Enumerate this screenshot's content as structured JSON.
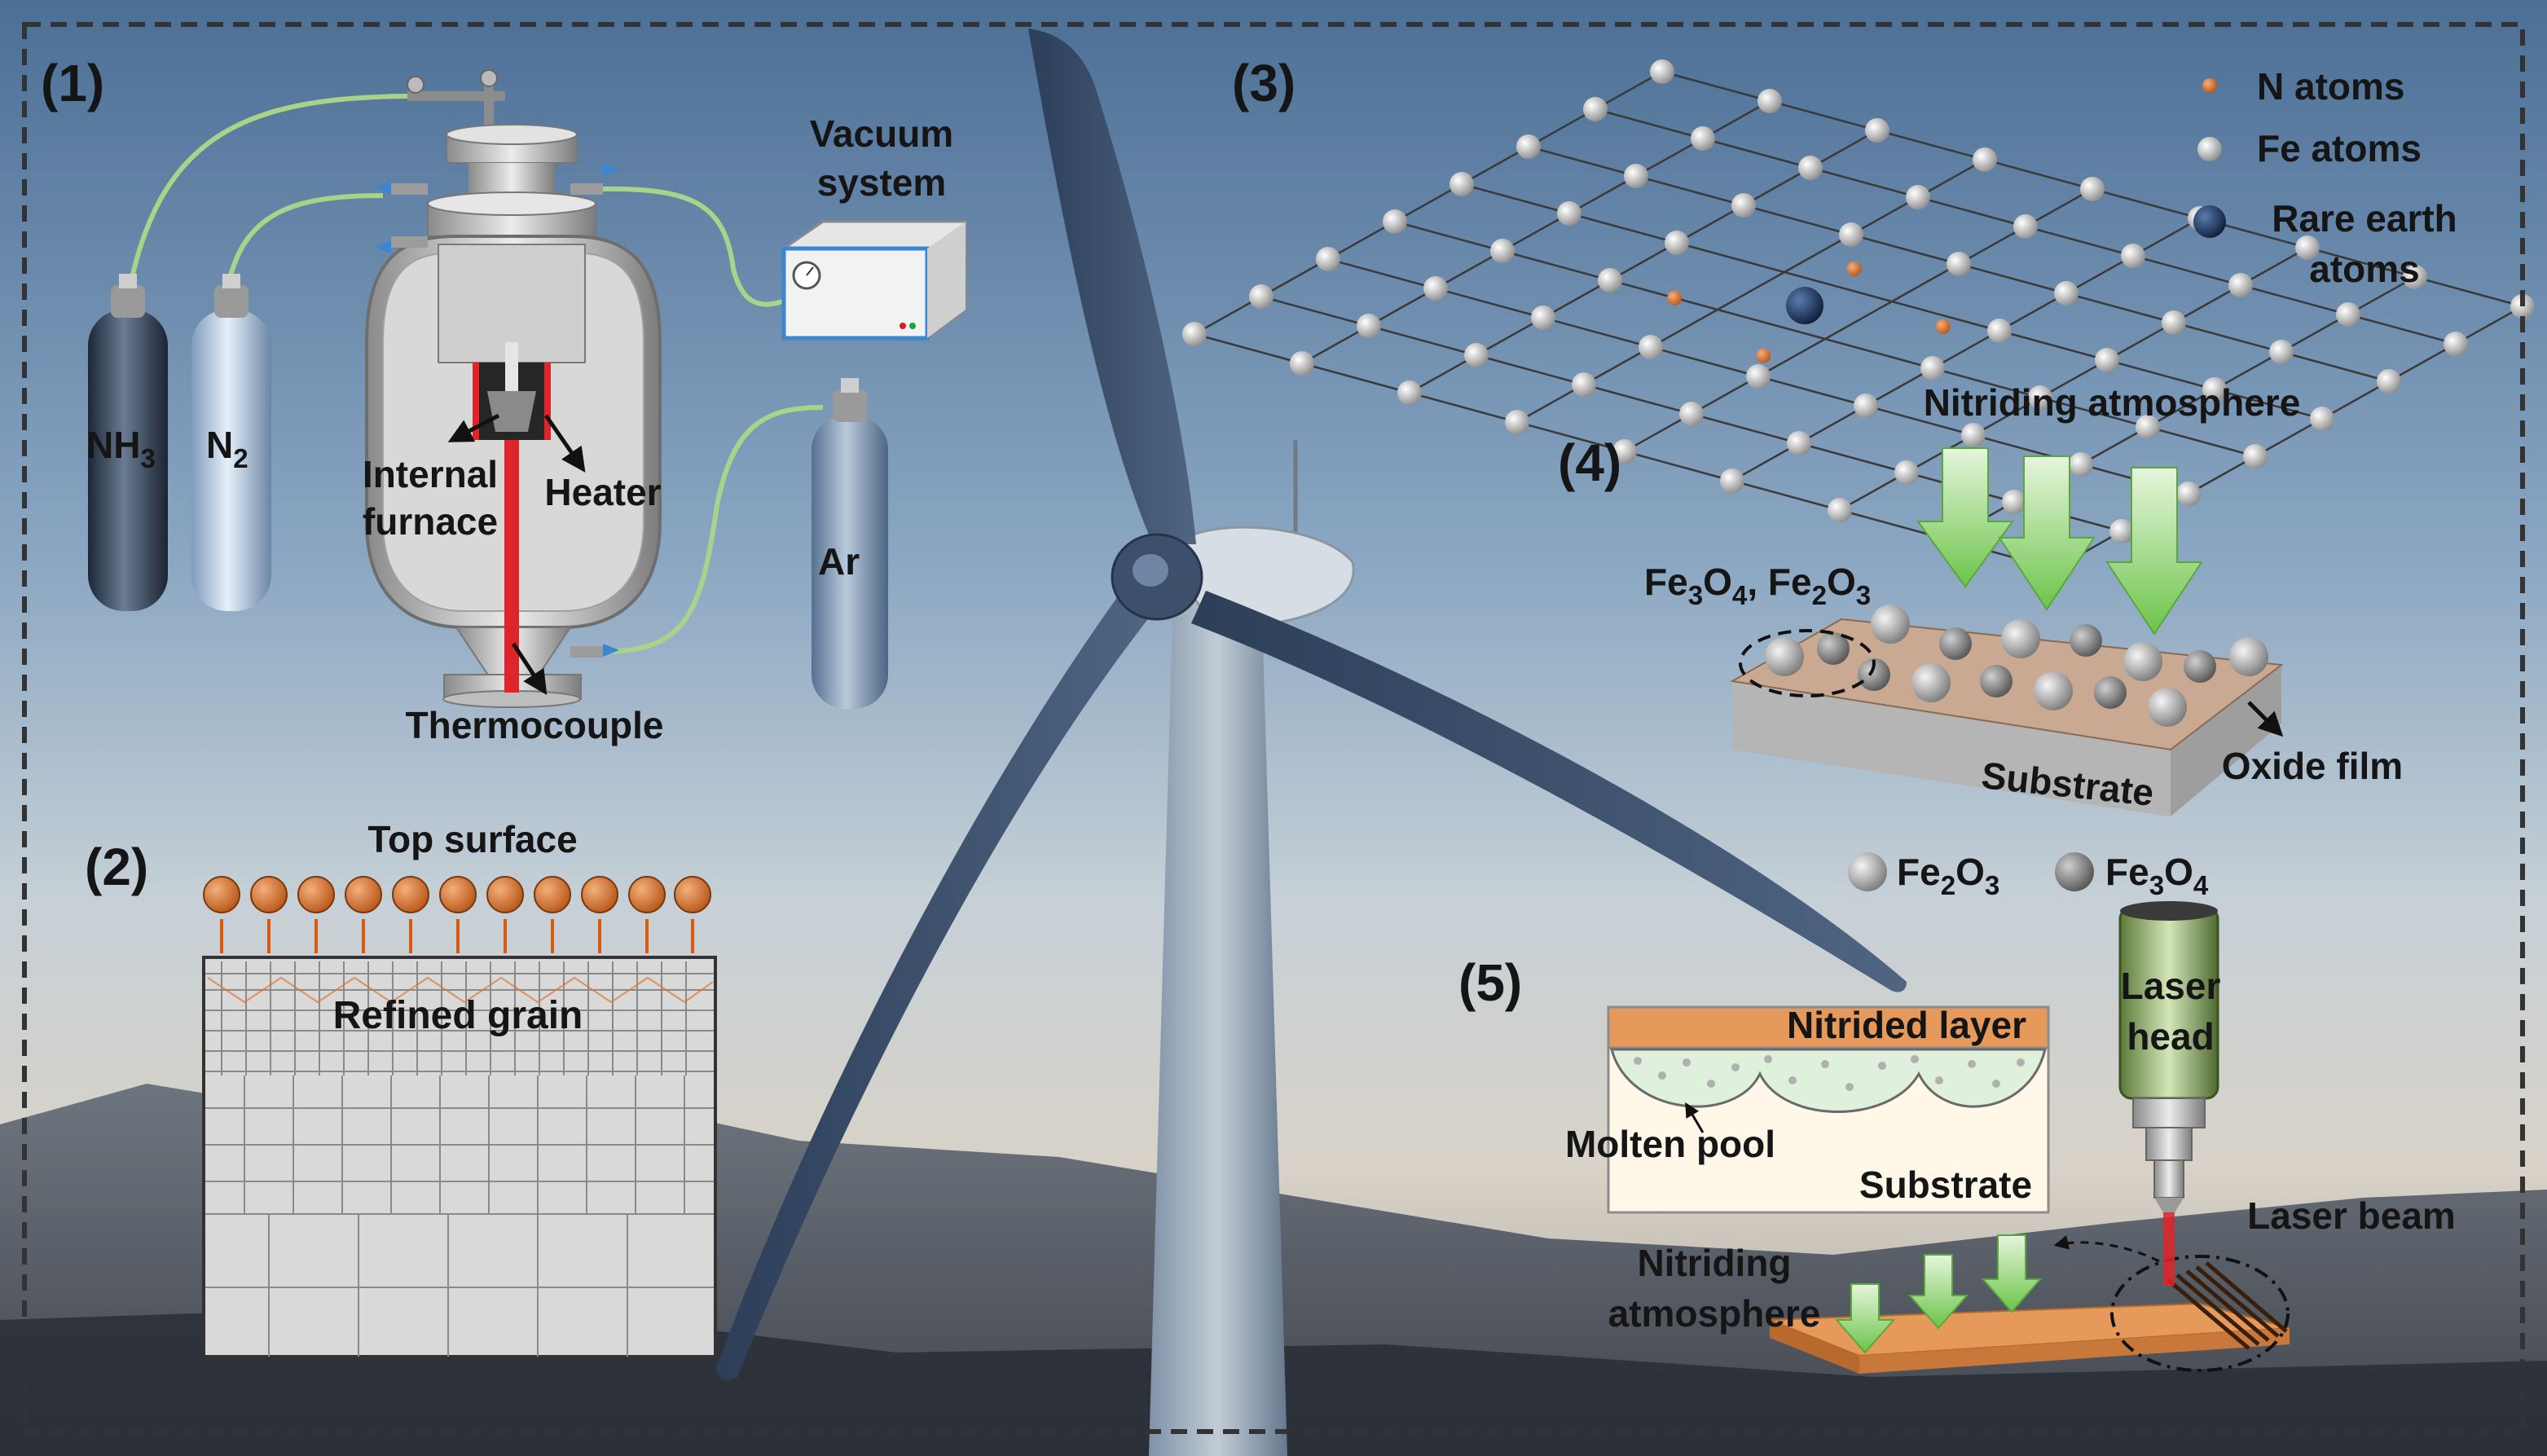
{
  "panels": {
    "p1": {
      "number": "(1)",
      "gas1": "NH",
      "gas1_sub": "3",
      "gas2": "N",
      "gas2_sub": "2",
      "gas3": "Ar",
      "vacuum_line1": "Vacuum",
      "vacuum_line2": "system",
      "furnace_line1": "Internal",
      "furnace_line2": "furnace",
      "heater": "Heater",
      "thermocouple": "Thermocouple"
    },
    "p2": {
      "number": "(2)",
      "top_surface": "Top surface",
      "refined_grain": "Refined grain"
    },
    "p3": {
      "number": "(3)",
      "legend_n": "N atoms",
      "legend_fe": "Fe atoms",
      "legend_re_line1": "Rare earth",
      "legend_re_line2": "atoms"
    },
    "p4": {
      "number": "(4)",
      "atmosphere": "Nitriding atmosphere",
      "oxides_a": "Fe",
      "oxides_a_sub": "3",
      "oxides_b": "O",
      "oxides_b_sub": "4",
      "oxides_c": ", Fe",
      "oxides_c_sub": "2",
      "oxides_d": "O",
      "oxides_d_sub": "3",
      "substrate": "Substrate",
      "oxide_film": "Oxide film",
      "leg1_a": "Fe",
      "leg1_a_sub": "2",
      "leg1_b": "O",
      "leg1_b_sub": "3",
      "leg2_a": "Fe",
      "leg2_a_sub": "3",
      "leg2_b": "O",
      "leg2_b_sub": "4"
    },
    "p5": {
      "number": "(5)",
      "nitrided_layer": "Nitrided layer",
      "molten_pool": "Molten pool",
      "substrate": "Substrate",
      "laser_head_line1": "Laser",
      "laser_head_line2": "head",
      "laser_beam": "Laser beam",
      "atm_line1": "Nitriding",
      "atm_line2": "atmosphere"
    }
  },
  "colors": {
    "nitrogen_atom": "#e0742a",
    "iron_atom": "#d9d9d9",
    "rare_earth_atom": "#1c3560",
    "laser": "#e0242a",
    "gas_arrow": "#8fd470",
    "nitrided_copper": "#d9874a",
    "gas_line": "#a8d48a",
    "frame": "#333333"
  },
  "icons": [
    "wind-turbine-icon",
    "gas-cylinder-icon",
    "vacuum-pump-icon",
    "furnace-chamber-icon",
    "laser-head-icon"
  ]
}
